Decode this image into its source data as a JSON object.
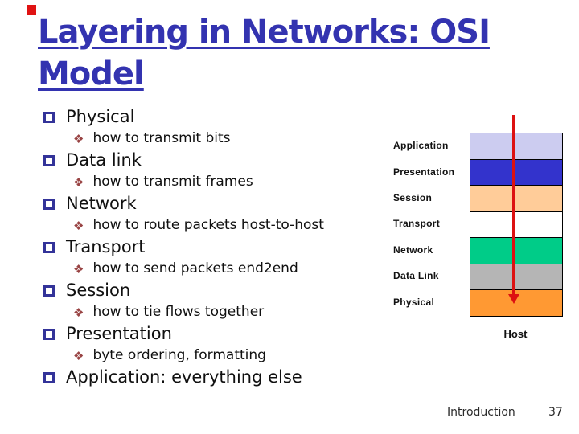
{
  "title": {
    "lines": [
      "Layering in Networks: OSI",
      "Model"
    ],
    "color": "#3333b0"
  },
  "marker_color": "#e01313",
  "list": [
    {
      "type": "l1",
      "text": "Physical"
    },
    {
      "type": "sub",
      "text": "how to transmit bits"
    },
    {
      "type": "l1",
      "text": "Data link"
    },
    {
      "type": "sub",
      "text": "how to transmit frames"
    },
    {
      "type": "l1",
      "text": "Network"
    },
    {
      "type": "sub",
      "text": "how to route packets host-to-host"
    },
    {
      "type": "l1",
      "text": "Transport"
    },
    {
      "type": "sub",
      "text": "how to send packets end2end"
    },
    {
      "type": "l1",
      "text": "Session"
    },
    {
      "type": "sub",
      "text": "how to tie flows together"
    },
    {
      "type": "l1",
      "text": "Presentation"
    },
    {
      "type": "sub",
      "text": "byte ordering, formatting"
    },
    {
      "type": "l1",
      "text": "Application: everything else"
    }
  ],
  "bullet_icons": {
    "square_color": "#333399",
    "diamond_glyph": "❖",
    "diamond_color": "#994444"
  },
  "stack": {
    "layers": [
      {
        "name": "Application",
        "color": "#ccccf0"
      },
      {
        "name": "Presentation",
        "color": "#3333cc"
      },
      {
        "name": "Session",
        "color": "#ffcc99"
      },
      {
        "name": "Transport",
        "color": "#ffffff"
      },
      {
        "name": "Network",
        "color": "#00cc88"
      },
      {
        "name": "Data Link",
        "color": "#b5b5b5"
      },
      {
        "name": "Physical",
        "color": "#ff9933"
      }
    ],
    "arrow_color": "#dd1111",
    "host_label": "Host"
  },
  "footer": {
    "section": "Introduction",
    "page": "37"
  }
}
